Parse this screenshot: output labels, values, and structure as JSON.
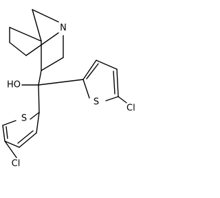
{
  "diagram": {
    "type": "chemical-structure",
    "atoms": {
      "hydroxyl": "HO",
      "nitrogen": "N",
      "sulfur_1": "S",
      "sulfur_2": "S",
      "chlorine_1": "Cl",
      "chlorine_2": "Cl"
    }
  }
}
